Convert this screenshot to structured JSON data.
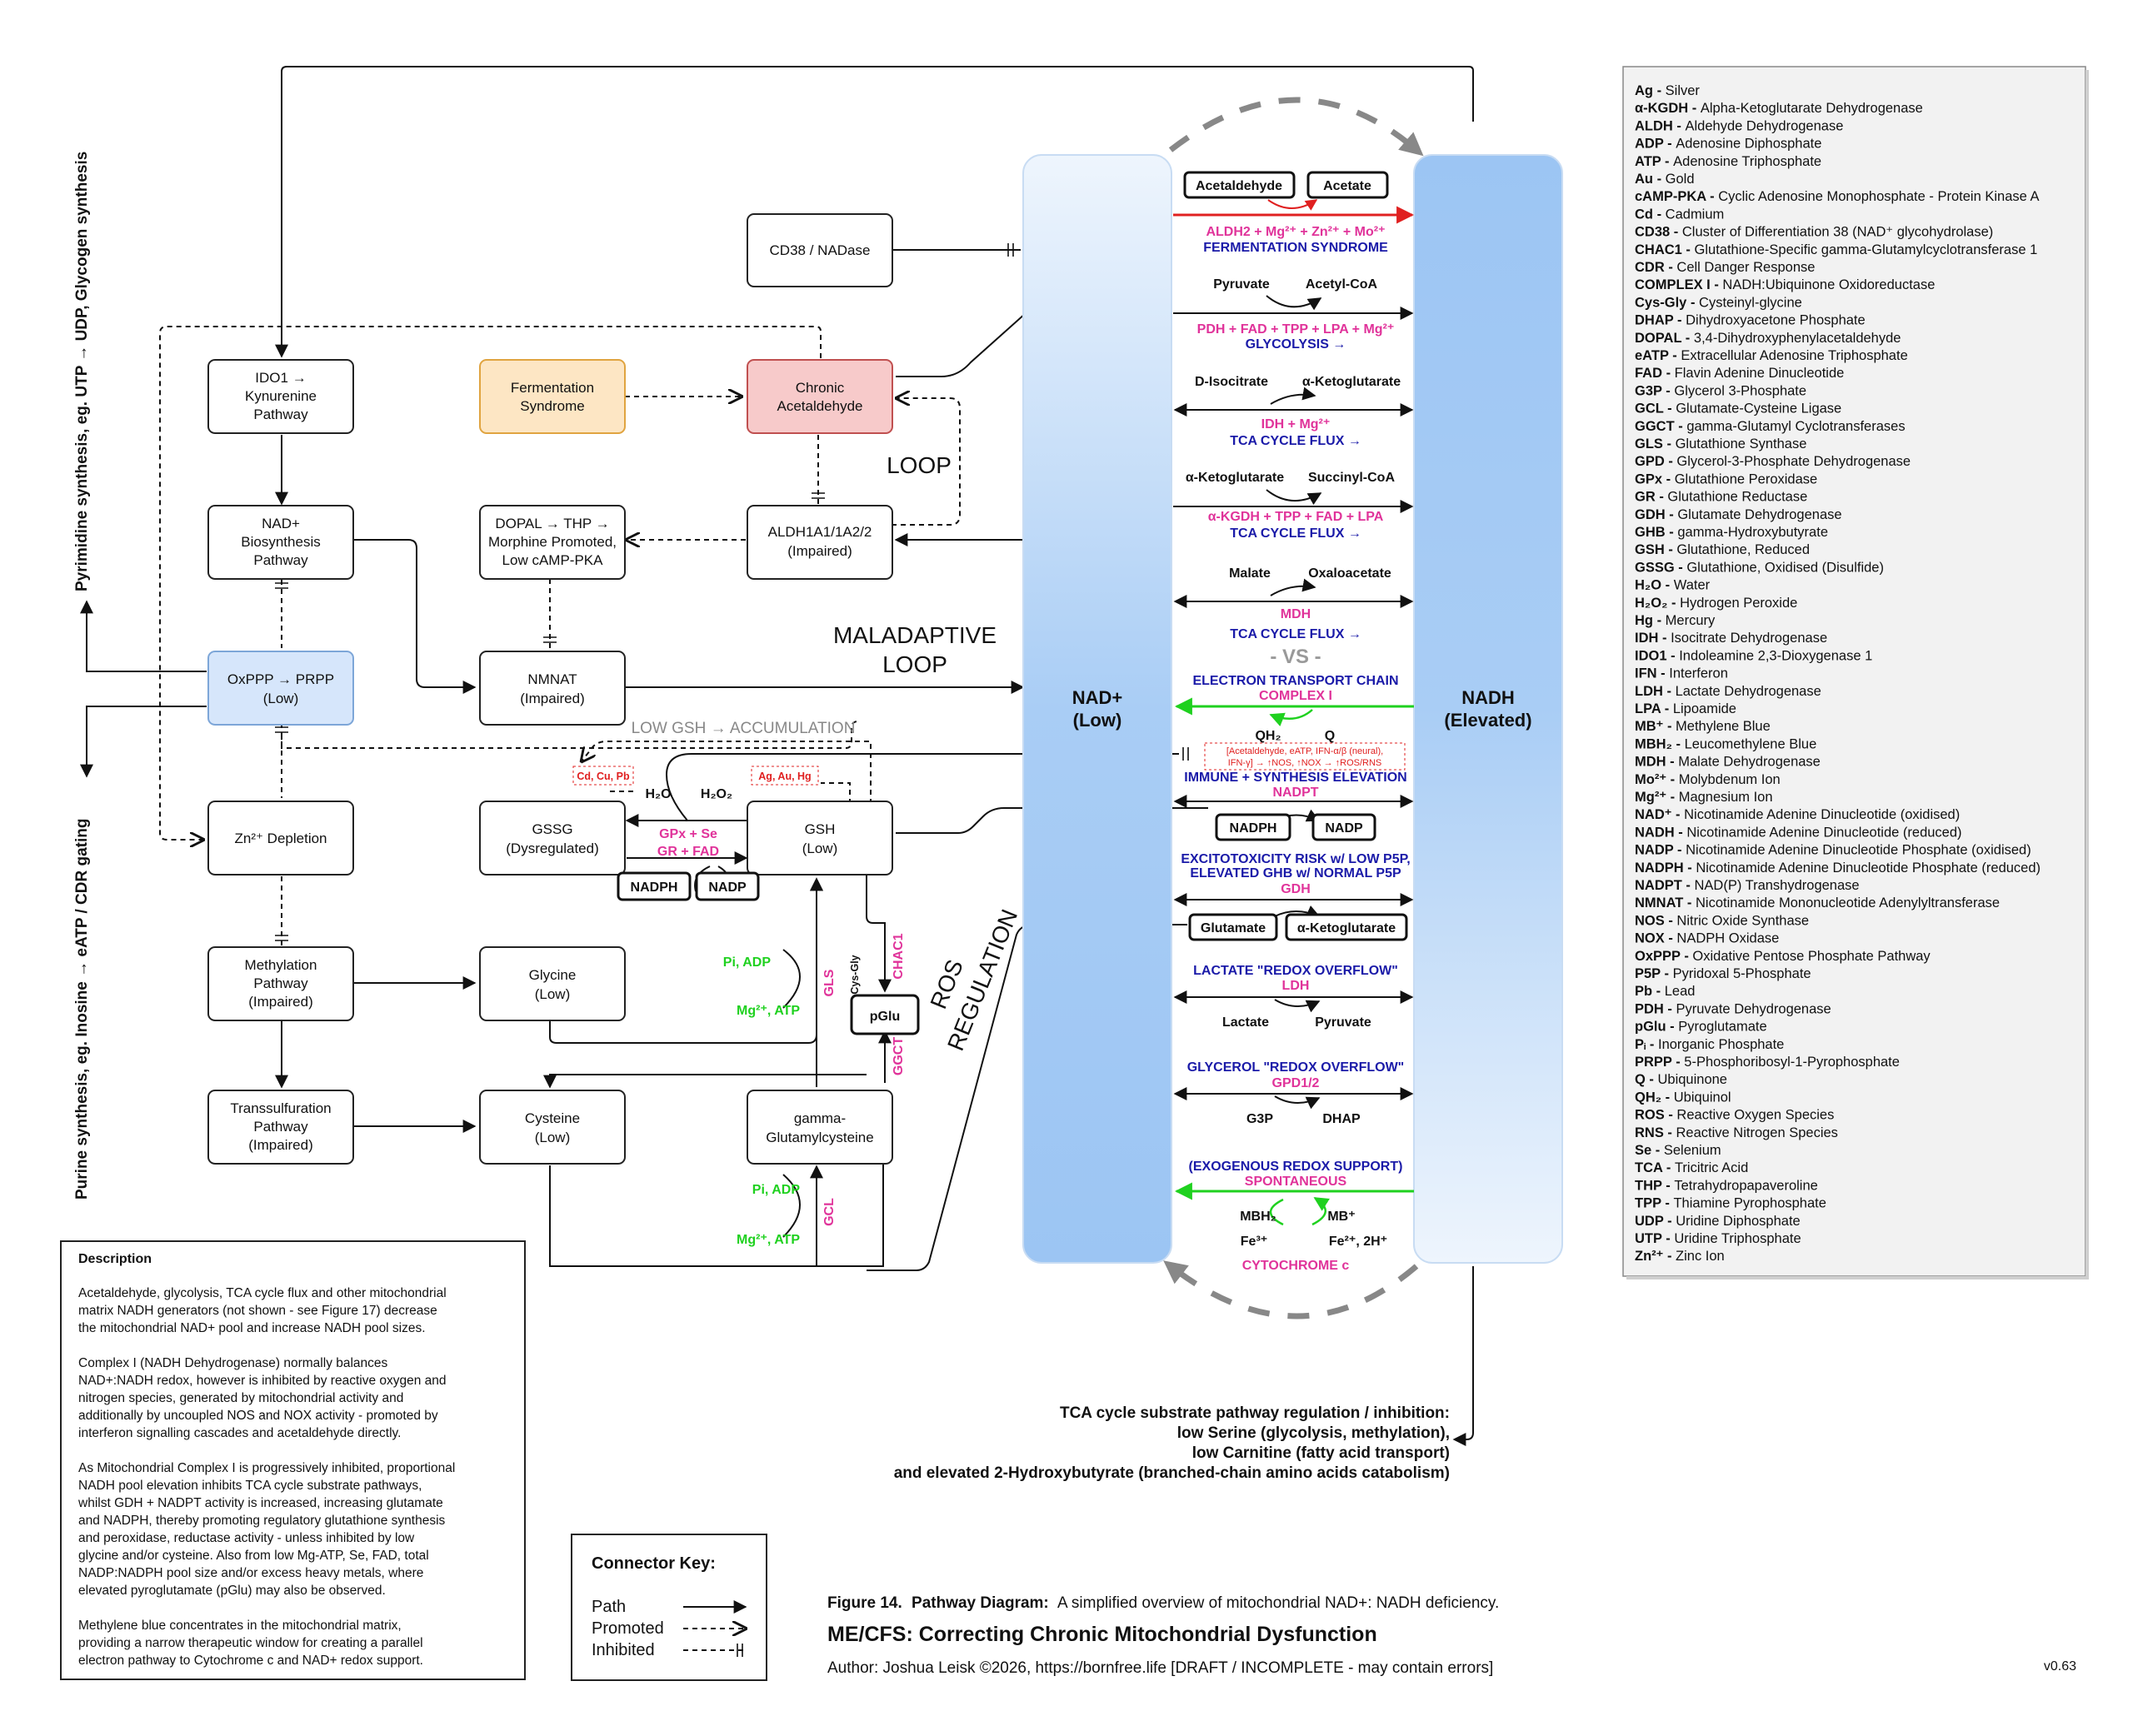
{
  "side_labels": {
    "left_top": "Pyrimidine synthesis, eg. UTP → UDP, Glycogen synthesis",
    "left_bottom": "Purine synthesis, eg. Inosine → eATP / CDR gating"
  },
  "nodes": {
    "cd38": "CD38 / NADase",
    "ido1": [
      "IDO1 →",
      "Kynurenine",
      "Pathway"
    ],
    "ferm": [
      "Fermentation",
      "Syndrome"
    ],
    "chronic": [
      "Chronic",
      "Acetaldehyde"
    ],
    "nadbio": [
      "NAD+",
      "Biosynthesis",
      "Pathway"
    ],
    "dopal": [
      "DOPAL → THP →",
      "Morphine Promoted,",
      "Low cAMP-PKA"
    ],
    "aldh": [
      "ALDH1A1/1A2/2",
      "(Impaired)"
    ],
    "oxppp": [
      "OxPPP → PRPP",
      "(Low)"
    ],
    "nmnat": [
      "NMNAT",
      "(Impaired)"
    ],
    "zn": [
      "Zn²⁺ Depletion"
    ],
    "gssg": [
      "GSSG",
      "(Dysregulated)"
    ],
    "gsh": [
      "GSH",
      "(Low)"
    ],
    "methyl": [
      "Methylation",
      "Pathway",
      "(Impaired)"
    ],
    "glycine": [
      "Glycine",
      "(Low)"
    ],
    "trans": [
      "Transsulfuration",
      "Pathway",
      "(Impaired)"
    ],
    "cysteine": [
      "Cysteine",
      "(Low)"
    ],
    "ggc": [
      "gamma-",
      "Glutamylcysteine"
    ],
    "pglu": "pGlu",
    "nadph_l": "NADPH",
    "nadp_l": "NADP"
  },
  "loops": {
    "loop": "LOOP",
    "maladaptive": [
      "MALADAPTIVE",
      "LOOP"
    ],
    "ros": [
      "ROS",
      "REGULATION"
    ],
    "low_gsh": "LOW GSH → ACCUMULATION"
  },
  "gsh_cycle": {
    "metals_left": "Cd, Cu, Pb",
    "metals_right": "Ag, Au, Hg",
    "h2o": "H₂O",
    "h2o2": "H₂O₂",
    "gpx": "GPx + Se",
    "gr": "GR + FAD",
    "pi_adp_1": "Pi, ADP",
    "mg_atp_1": "Mg²⁺, ATP",
    "gls": "GLS",
    "cysgly": "Cys-Gly",
    "chac1": "CHAC1",
    "ggct": "GGCT",
    "pi_adp_2": "Pi, ADP",
    "mg_atp_2": "Mg²⁺, ATP",
    "gcl": "GCL"
  },
  "pools": {
    "nad": [
      "NAD+",
      "(Low)"
    ],
    "nadh": [
      "NADH",
      "(Elevated)"
    ]
  },
  "reactions": {
    "r1": {
      "a": "Acetaldehyde",
      "b": "Acetate",
      "enzyme": "ALDH2 + Mg²⁺ + Zn²⁺ + Mo²⁺",
      "label": "FERMENTATION SYNDROME"
    },
    "r2": {
      "a": "Pyruvate",
      "b": "Acetyl-CoA",
      "enzyme": "PDH + FAD + TPP + LPA + Mg²⁺",
      "label": "GLYCOLYSIS →"
    },
    "r3": {
      "a": "D-Isocitrate",
      "b": "α-Ketoglutarate",
      "enzyme": "IDH + Mg²⁺",
      "label": "TCA CYCLE FLUX →"
    },
    "r4": {
      "a": "α-Ketoglutarate",
      "b": "Succinyl-CoA",
      "enzyme": "α-KGDH + TPP + FAD + LPA",
      "label": "TCA CYCLE FLUX →"
    },
    "r5": {
      "a": "Malate",
      "b": "Oxaloacetate",
      "enzyme": "MDH",
      "label": "TCA CYCLE FLUX →"
    },
    "vs": "- VS -",
    "etc": {
      "label": "ELECTRON TRANSPORT CHAIN",
      "enzyme": "COMPLEX I",
      "a": "QH₂",
      "b": "Q",
      "note1": "[Acetaldehyde, eATP, IFN-α/β (neural),",
      "note2": "IFN-γ] → ↑NOS, ↑NOX → ↑ROS/RNS"
    },
    "nadpt": {
      "label": "IMMUNE + SYNTHESIS ELEVATION",
      "enzyme": "NADPT",
      "a": "NADPH",
      "b": "NADP"
    },
    "gdh": {
      "label1": "EXCITOTOXICITY RISK w/ LOW P5P,",
      "label2": "ELEVATED GHB w/ NORMAL P5P",
      "enzyme": "GDH",
      "a": "Glutamate",
      "b": "α-Ketoglutarate"
    },
    "ldh": {
      "label": "LACTATE \"REDOX OVERFLOW\"",
      "enzyme": "LDH",
      "a": "Lactate",
      "b": "Pyruvate"
    },
    "gpd": {
      "label": "GLYCEROL \"REDOX OVERFLOW\"",
      "enzyme": "GPD1/2",
      "a": "G3P",
      "b": "DHAP"
    },
    "mb": {
      "label": "(EXOGENOUS REDOX SUPPORT)",
      "enzyme": "SPONTANEOUS",
      "a1": "MBH₂",
      "a2": "Fe³⁺",
      "b1": "MB⁺",
      "b2": "Fe²⁺, 2H⁺",
      "bottom": "CYTOCHROME c"
    }
  },
  "regulation": [
    "TCA cycle substrate pathway regulation / inhibition:",
    "low Serine (glycolysis, methylation),",
    "low Carnitine (fatty acid transport)",
    "and elevated 2-Hydroxybutyrate (branched-chain amino acids catabolism)"
  ],
  "description": {
    "title": "Description",
    "lines": [
      "Acetaldehyde, glycolysis, TCA cycle flux and other mitochondrial",
      "matrix NADH generators (not shown - see Figure 17) decrease",
      "the mitochondrial NAD+ pool and increase NADH pool sizes.",
      "",
      "Complex I (NADH Dehydrogenase) normally balances",
      "NAD+:NADH redox, however is inhibited by reactive oxygen and",
      "nitrogen species, generated by mitochondrial activity and",
      "additionally by uncoupled NOS and NOX activity - promoted by",
      "interferon signalling cascades and acetaldehyde directly.",
      "",
      "As Mitochondrial Complex I is progressively inhibited, proportional",
      "NADH pool elevation inhibits TCA cycle substrate pathways,",
      "whilst GDH + NADPT activity is increased, increasing glutamate",
      "and NADPH, thereby promoting regulatory glutathione synthesis",
      "and peroxidase, reductase activity - unless inhibited by low",
      "glycine and/or cysteine. Also from low Mg-ATP, Se, FAD, total",
      "NADP:NADPH pool size and/or excess heavy metals, where",
      "elevated pyroglutamate (pGlu) may also be observed.",
      "",
      "Methylene blue concentrates in the mitochondrial matrix,",
      "providing a narrow therapeutic window for creating a parallel",
      "electron pathway to Cytochrome c and NAD+ redox support."
    ]
  },
  "connector_key": {
    "title": "Connector Key:",
    "path": "Path",
    "promoted": "Promoted",
    "inhibited": "Inhibited"
  },
  "caption": {
    "figure": "Figure 14.",
    "figure_bold": "Pathway Diagram:",
    "figure_text": "A simplified overview of mitochondrial NAD+: NADH deficiency.",
    "title": "ME/CFS: Correcting Chronic Mitochondrial Dysfunction",
    "author": "Author: Joshua Leisk ©2026, https://bornfree.life [DRAFT / INCOMPLETE - may contain errors]",
    "version": "v0.63"
  },
  "glossary": [
    [
      "Ag",
      "Silver"
    ],
    [
      "α-KGDH",
      "Alpha-Ketoglutarate Dehydrogenase"
    ],
    [
      "ALDH",
      "Aldehyde Dehydrogenase"
    ],
    [
      "ADP",
      "Adenosine Diphosphate"
    ],
    [
      "ATP",
      "Adenosine Triphosphate"
    ],
    [
      "Au",
      "Gold"
    ],
    [
      "cAMP-PKA",
      "Cyclic Adenosine Monophosphate - Protein Kinase A"
    ],
    [
      "Cd",
      "Cadmium"
    ],
    [
      "CD38",
      "Cluster of Differentiation 38 (NAD⁺ glycohydrolase)"
    ],
    [
      "CHAC1",
      "Glutathione-Specific gamma-Glutamylcyclotransferase 1"
    ],
    [
      "CDR",
      "Cell Danger Response"
    ],
    [
      "COMPLEX I",
      "NADH:Ubiquinone Oxidoreductase"
    ],
    [
      "Cys-Gly",
      "Cysteinyl-glycine"
    ],
    [
      "DHAP",
      "Dihydroxyacetone Phosphate"
    ],
    [
      "DOPAL",
      "3,4-Dihydroxyphenylacetaldehyde"
    ],
    [
      "eATP",
      "Extracellular Adenosine Triphosphate"
    ],
    [
      "FAD",
      "Flavin Adenine Dinucleotide"
    ],
    [
      "G3P",
      "Glycerol 3-Phosphate"
    ],
    [
      "GCL",
      "Glutamate-Cysteine Ligase"
    ],
    [
      "GGCT",
      "gamma-Glutamyl Cyclotransferases"
    ],
    [
      "GLS",
      "Glutathione Synthase"
    ],
    [
      "GPD",
      "Glycerol-3-Phosphate Dehydrogenase"
    ],
    [
      "GPx",
      "Glutathione Peroxidase"
    ],
    [
      "GR",
      "Glutathione Reductase"
    ],
    [
      "GDH",
      "Glutamate Dehydrogenase"
    ],
    [
      "GHB",
      "gamma-Hydroxybutyrate"
    ],
    [
      "GSH",
      "Glutathione, Reduced"
    ],
    [
      "GSSG",
      "Glutathione, Oxidised (Disulfide)"
    ],
    [
      "H₂O",
      "Water"
    ],
    [
      "H₂O₂",
      "Hydrogen Peroxide"
    ],
    [
      "Hg",
      "Mercury"
    ],
    [
      "IDH",
      "Isocitrate Dehydrogenase"
    ],
    [
      "IDO1",
      "Indoleamine 2,3-Dioxygenase 1"
    ],
    [
      "IFN",
      "Interferon"
    ],
    [
      "LDH",
      "Lactate Dehydrogenase"
    ],
    [
      "LPA",
      "Lipoamide"
    ],
    [
      "MB⁺",
      "Methylene Blue"
    ],
    [
      "MBH₂",
      "Leucomethylene Blue"
    ],
    [
      "MDH",
      "Malate Dehydrogenase"
    ],
    [
      "Mo²⁺",
      "Molybdenum Ion"
    ],
    [
      "Mg²⁺",
      "Magnesium Ion"
    ],
    [
      "NAD⁺",
      "Nicotinamide Adenine Dinucleotide (oxidised)"
    ],
    [
      "NADH",
      "Nicotinamide Adenine Dinucleotide (reduced)"
    ],
    [
      "NADP",
      "Nicotinamide Adenine Dinucleotide Phosphate (oxidised)"
    ],
    [
      "NADPH",
      "Nicotinamide Adenine Dinucleotide Phosphate (reduced)"
    ],
    [
      "NADPT",
      "NAD(P) Transhydrogenase"
    ],
    [
      "NMNAT",
      "Nicotinamide Mononucleotide Adenylyltransferase"
    ],
    [
      "NOS",
      "Nitric Oxide Synthase"
    ],
    [
      "NOX",
      "NADPH Oxidase"
    ],
    [
      "OxPPP",
      "Oxidative Pentose Phosphate Pathway"
    ],
    [
      "P5P",
      "Pyridoxal 5-Phosphate"
    ],
    [
      "Pb",
      "Lead"
    ],
    [
      "PDH",
      "Pyruvate Dehydrogenase"
    ],
    [
      "pGlu",
      "Pyroglutamate"
    ],
    [
      "Pᵢ",
      "Inorganic Phosphate"
    ],
    [
      "PRPP",
      "5-Phosphoribosyl-1-Pyrophosphate"
    ],
    [
      "Q",
      "Ubiquinone"
    ],
    [
      "QH₂",
      "Ubiquinol"
    ],
    [
      "ROS",
      "Reactive Oxygen Species"
    ],
    [
      "RNS",
      "Reactive Nitrogen Species"
    ],
    [
      "Se",
      "Selenium"
    ],
    [
      "TCA",
      "Tricitric Acid"
    ],
    [
      "THP",
      "Tetrahydropapaveroline"
    ],
    [
      "TPP",
      "Thiamine Pyrophosphate"
    ],
    [
      "UDP",
      "Uridine Diphosphate"
    ],
    [
      "UTP",
      "Uridine Triphosphate"
    ],
    [
      "Zn²⁺",
      "Zinc Ion"
    ]
  ],
  "colors": {
    "pool_blue": "#a9cdf5",
    "oxppp": "#d6e6fb",
    "ferm": "#fde6c4",
    "chronic": "#f7caca",
    "pink": "#e0339a",
    "navy": "#1a1aa8",
    "green": "#1fd11f"
  }
}
